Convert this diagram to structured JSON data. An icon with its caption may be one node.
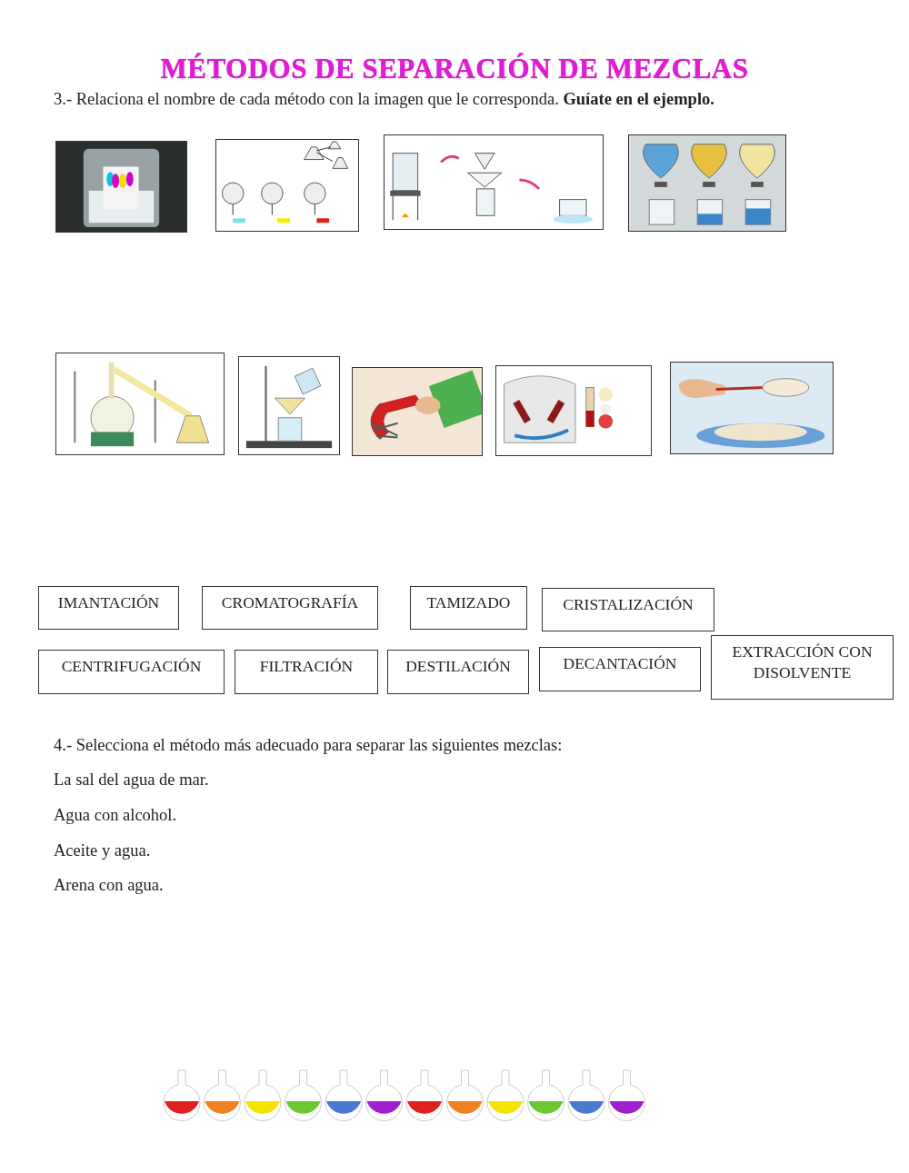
{
  "diagram": {
    "title": "MÉTODOS DE SEPARACIÓN DE MEZCLAS",
    "nodes": [
      {
        "text": [
          "IMANTACIÓN"
        ]
      },
      {
        "text": [
          "CROMATOGRAFÍA"
        ]
      },
      {
        "text": [
          "TAMIZADO"
        ]
      },
      {
        "text": [
          "CRISTALIZACIÓN"
        ]
      },
      {
        "text": [
          "CENTRIFUGACIÓN"
        ]
      },
      {
        "text": [
          "FILTRACIÓN"
        ]
      },
      {
        "text": [
          "DESTILACIÓN"
        ]
      },
      {
        "text": [
          "DECANTACIÓN"
        ]
      },
      {
        "text": [
          "EXTRACCIÓN CON DISOLVENTE"
        ]
      }
    ],
    "labels": [
      "3.- Relaciona el nombre de cada método con la imagen que le corresponda. **Guíate en el ejemplo.**",
      "4.- Selecciona el método más adecuado para separar las siguientes mezclas:",
      "La sal del agua de mar.",
      "Agua con alcohol.",
      "Aceite y agua.",
      "Arena con agua."
    ]
  }
}
